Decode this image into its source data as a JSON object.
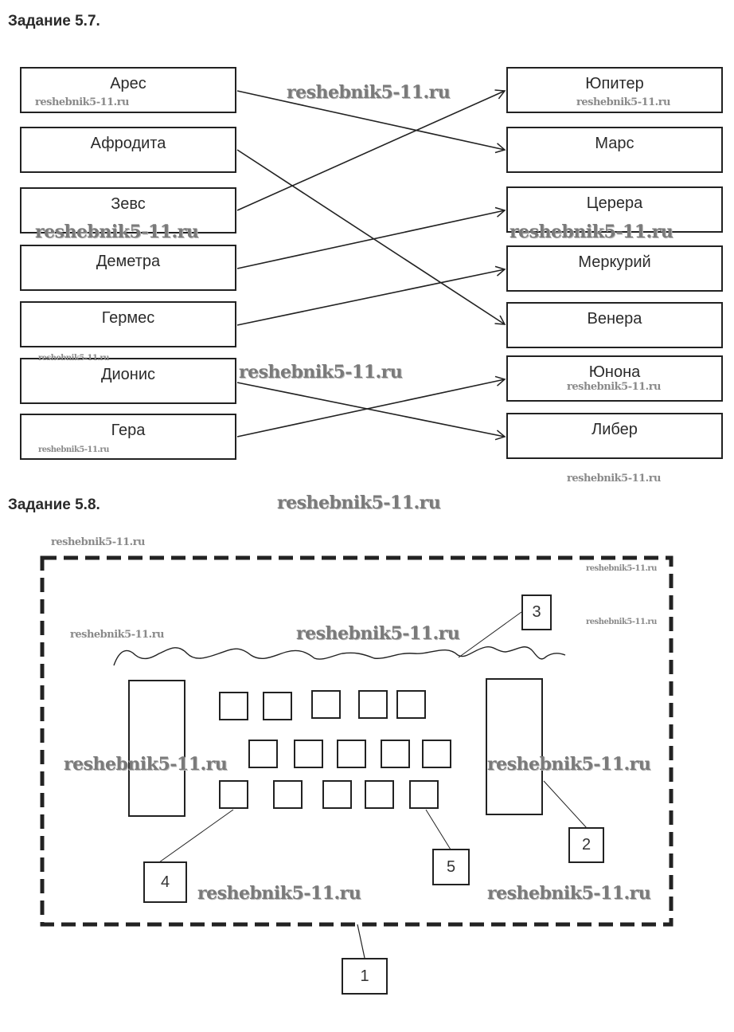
{
  "task57": {
    "title": "Задание 5.7.",
    "left_items": [
      "Арес",
      "Афродита",
      "Зевс",
      "Деметра",
      "Гермес",
      "Дионис",
      "Гера"
    ],
    "right_items": [
      "Юпитер",
      "Марс",
      "Церера",
      "Меркурий",
      "Венера",
      "Юнона",
      "Либер"
    ],
    "connections": [
      {
        "from": "Арес",
        "to": "Марс"
      },
      {
        "from": "Афродита",
        "to": "Венера"
      },
      {
        "from": "Зевс",
        "to": "Юпитер"
      },
      {
        "from": "Деметра",
        "to": "Церера"
      },
      {
        "from": "Гермес",
        "to": "Меркурий"
      },
      {
        "from": "Дионис",
        "to": "Либер"
      },
      {
        "from": "Гера",
        "to": "Юнона"
      }
    ]
  },
  "task58": {
    "title": "Задание 5.8.",
    "callouts": [
      "1",
      "2",
      "3",
      "4",
      "5"
    ],
    "seat_rows": [
      5,
      5,
      5
    ]
  },
  "watermark": "reshebnik5-11.ru"
}
